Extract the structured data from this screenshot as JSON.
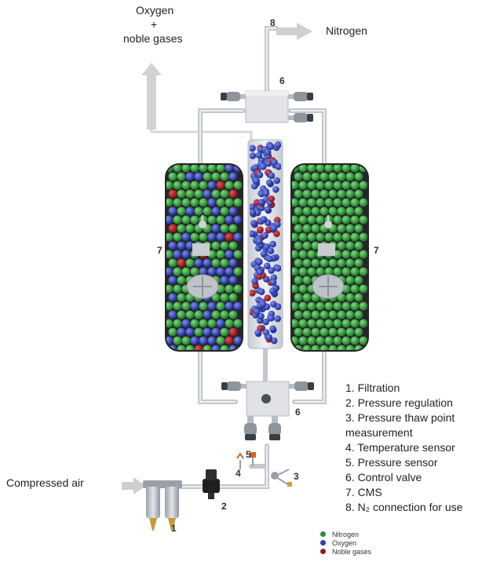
{
  "labels": {
    "oxygen_line1": "Oxygen",
    "oxygen_line2": "+",
    "oxygen_line3": "noble gases",
    "nitrogen": "Nitrogen",
    "compressed_air": "Compressed air"
  },
  "callouts": {
    "n1": "1",
    "n2": "2",
    "n3": "3",
    "n4": "4",
    "n5": "5",
    "n6_top": "6",
    "n6_bottom": "6",
    "n7_left": "7",
    "n7_right": "7",
    "n8": "8"
  },
  "components": [
    "1. Filtration",
    "2. Pressure regulation",
    "3. Pressure thaw point",
    "measurement",
    "4. Temperature sensor",
    "5. Pressure sensor",
    "6. Control valve",
    "7. CMS",
    "8. N₂ connection for use"
  ],
  "legend": [
    {
      "label": "Nitrogen",
      "color": "#2e8b3a"
    },
    {
      "label": "Oxygen",
      "color": "#2b3ea8"
    },
    {
      "label": "Noble gases",
      "color": "#a3151b"
    }
  ],
  "colors": {
    "nitrogen": "#2e8b3a",
    "oxygen": "#2b3ea8",
    "noble": "#a3151b",
    "pipe": "#c8cbd0",
    "vessel_dark": "#2a2a2a",
    "arrow": "#cfcfcf"
  }
}
